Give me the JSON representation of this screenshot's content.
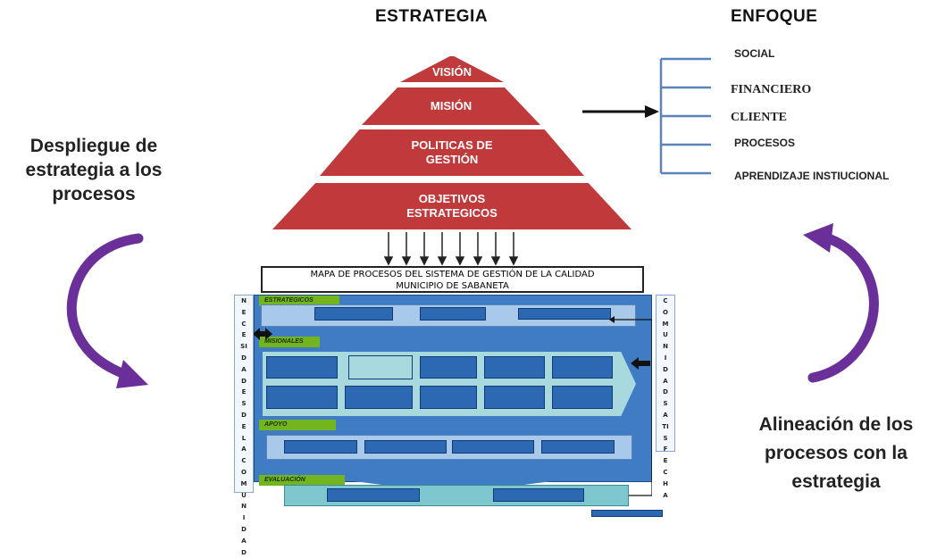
{
  "strategy": {
    "title": "ESTRATEGIA",
    "levels": [
      "VISIÓN",
      "MISIÓN",
      "POLITICAS DE GESTIÓN",
      "OBJETIVOS ESTRATEGICOS"
    ]
  },
  "focus": {
    "title": "ENFOQUE",
    "items": [
      "SOCIAL",
      "FINANCIERO",
      "CLIENTE",
      "PROCESOS",
      "APRENDIZAJE INSTIUCIONAL"
    ]
  },
  "left_caption": "Despliegue de estrategia a los procesos",
  "right_caption": "Alineación  de los procesos con la estrategia",
  "process_map": {
    "title_line1": "MAPA DE PROCESOS DEL SISTEMA DE GESTIÓN DE LA CALIDAD",
    "title_line2": "MUNICIPIO DE SABANETA",
    "left_vertical": "NECESIDADES DE LA COMUNIDAD",
    "right_vertical": "COMUNIDAD SATISFECHA",
    "sections": [
      "ESTRATEGICOS",
      "MISIONALES",
      "APOYO",
      "EVALUACIÓN"
    ]
  },
  "colors": {
    "pyramid": "#c0393b",
    "bracket": "#5b85b8",
    "curved_arrow": "#6a2f99",
    "map_dark_blue": "#2d69b3",
    "map_light_blue": "#a8d9df",
    "section_green": "#72b51f"
  },
  "icons": [
    "arrow-right-icon",
    "down-arrows-icon",
    "curved-arrow-icon",
    "bracket-icon"
  ]
}
